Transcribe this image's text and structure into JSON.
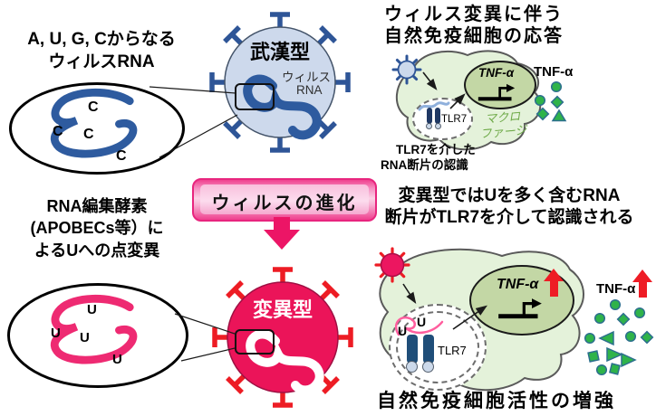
{
  "top_left": {
    "caption": {
      "line1": "A, U, G, Cからなる",
      "line2": "ウィルスRNA"
    },
    "bases": [
      "C",
      "C",
      "C",
      "C"
    ]
  },
  "wuhan_virus": {
    "name": "武漢型",
    "rna_label": {
      "line1": "ウィルス",
      "line2": "RNA"
    }
  },
  "evolution": {
    "label": "ウィルスの進化"
  },
  "apobec_caption": {
    "line1": "RNA編集酵素",
    "line2": "(APOBECs等）に",
    "line3": "よるUへの点変異"
  },
  "mutant_rna": {
    "bases": [
      "U",
      "U",
      "U",
      "U"
    ]
  },
  "mutant_virus": {
    "name": "変異型"
  },
  "top_right": {
    "title": {
      "line1": "ウィルス変異に伴う",
      "line2": "自然免疫細胞の応答"
    },
    "nucleus_gene": "TNF-α",
    "secreted_label": "TNF-α",
    "tlr7_label": "TLR7",
    "macrophage": {
      "line1": "マクロ",
      "line2": "ファージ"
    },
    "caption": {
      "line1": "TLR7を介した",
      "line2": "RNA断片の認識"
    }
  },
  "mutant_caption": {
    "line1": "変異型ではUを多く含むRNA",
    "line2": "断片がTLR7を介して認識される"
  },
  "bottom_right": {
    "nucleus_gene": "TNF-α",
    "secreted_label": "TNF-α",
    "tlr7_label": "TLR7",
    "rna_bases": [
      "U",
      "U"
    ],
    "caption": "自然免疫細胞活性の増強"
  },
  "colors": {
    "rna_blue": "#2e5b9f",
    "virus_body_blue": "#cdd9ec",
    "spike_blue": "#2e5597",
    "rna_pink": "#ee2a72",
    "virus_body_pink": "#eb1459",
    "spike_red": "#ed1c24",
    "cell_green": "#e4f2da",
    "nucleus_green": "#c3d7a5",
    "cytokine_green": "#2fb34a",
    "evolution_pink": "#ec1566",
    "macrophage_text_green": "#6faa49"
  }
}
